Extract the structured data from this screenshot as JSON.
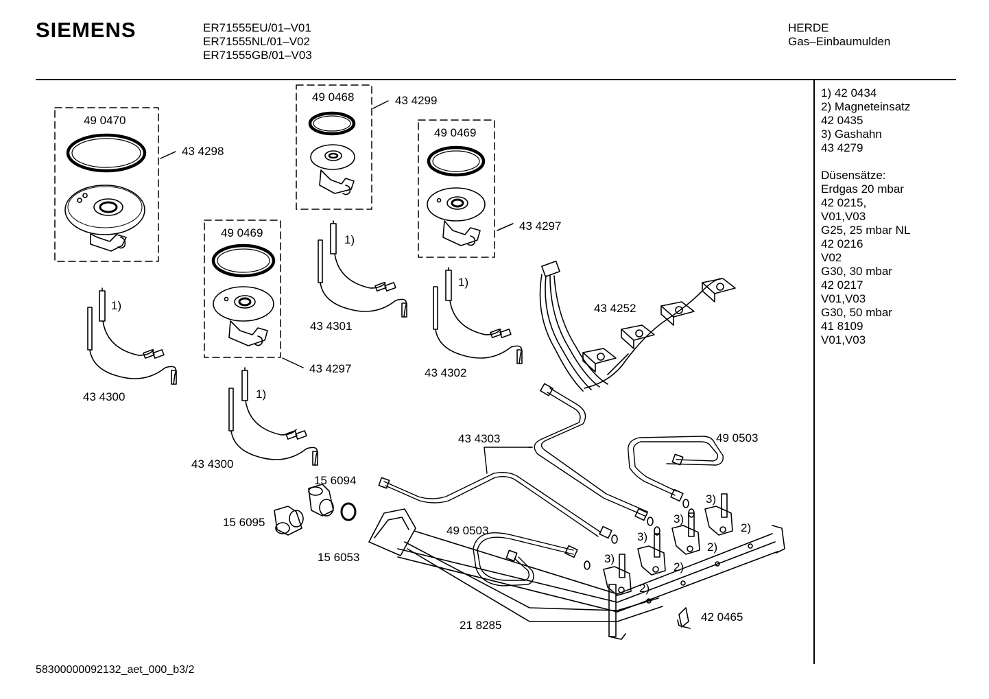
{
  "header": {
    "brand": "SIEMENS",
    "models": [
      "ER71555EU/01–V01",
      "ER71555NL/01–V02",
      "ER71555GB/01–V03"
    ],
    "category": [
      "HERDE",
      "Gas–Einbaumulden"
    ]
  },
  "legend": [
    "1)  42 0434",
    "2)  Magneteinsatz",
    "      42 0435",
    "3)  Gashahn",
    "      43 4279",
    "",
    "Düsensätze:",
    "Erdgas 20 mbar",
    "42 0215,",
    "V01,V03",
    "G25, 25 mbar NL",
    "42 0216",
    "V02",
    "G30, 30 mbar",
    "42 0217",
    "V01,V03",
    "G30, 50 mbar",
    "41 8109",
    "V01,V03"
  ],
  "parts": {
    "p490470": "49 0470",
    "p434298": "43 4298",
    "p490468": "49 0468",
    "p434299": "43 4299",
    "p490469a": "49 0469",
    "p434297a": "43 4297",
    "p490469b": "49 0469",
    "p434297b": "43 4297",
    "p434300a": "43 4300",
    "p434300b": "43 4300",
    "p434301": "43 4301",
    "p434302": "43 4302",
    "p434252": "43 4252",
    "p434303": "43 4303",
    "p490503a": "49 0503",
    "p490503b": "49 0503",
    "p156094": "15 6094",
    "p156095": "15 6095",
    "p156053": "15 6053",
    "p218285": "21 8285",
    "p420465": "42 0465"
  },
  "callouts": {
    "one": "1)",
    "two": "2)",
    "three": "3)"
  },
  "footer": "58300000092132_aet_000_b3/2"
}
